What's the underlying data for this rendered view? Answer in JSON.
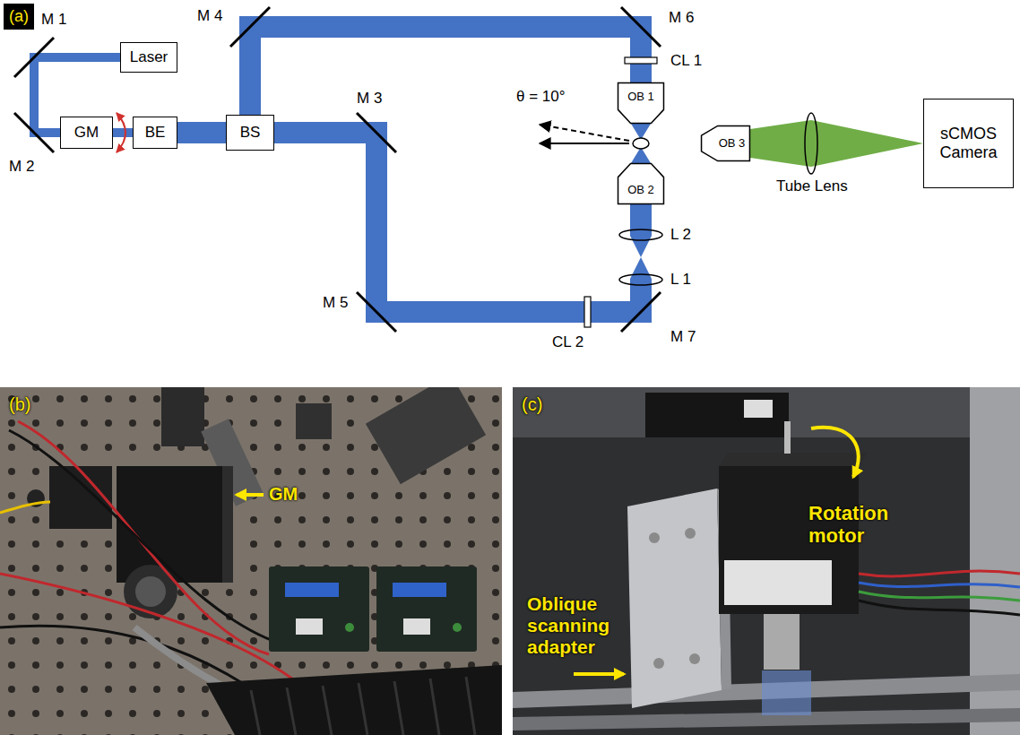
{
  "diagram": {
    "nodes": [
      {
        "text": [
          "Laser"
        ]
      },
      {
        "text": [
          "GM"
        ]
      },
      {
        "text": [
          "BE"
        ]
      },
      {
        "text": [
          "BS"
        ]
      },
      {
        "text": [
          "OB 1"
        ]
      },
      {
        "text": [
          "OB 2"
        ]
      },
      {
        "text": [
          "OB 3"
        ]
      },
      {
        "text": [
          "sCMOS Camera"
        ]
      }
    ],
    "edges": [
      {
        "from": 0,
        "to": 1,
        "arrow": "none"
      },
      {
        "from": 1,
        "to": 2,
        "arrow": "none"
      },
      {
        "from": 2,
        "to": 3,
        "arrow": "none"
      },
      {
        "from": 3,
        "to": 4,
        "arrow": "none"
      },
      {
        "from": 3,
        "to": 5,
        "arrow": "none"
      },
      {
        "from": 6,
        "to": 7,
        "arrow": "none"
      }
    ],
    "labels": [
      "(a)",
      "M 1",
      "M 2",
      "M 4",
      "M 6",
      "CL 1",
      "θ = 10°",
      "M 3",
      "M 5",
      "CL 2",
      "M 7",
      "L 2",
      "L 1",
      "Tube Lens",
      "(b)",
      "GM",
      "(c)",
      "Oblique scanning adapter",
      "Rotation motor"
    ]
  }
}
